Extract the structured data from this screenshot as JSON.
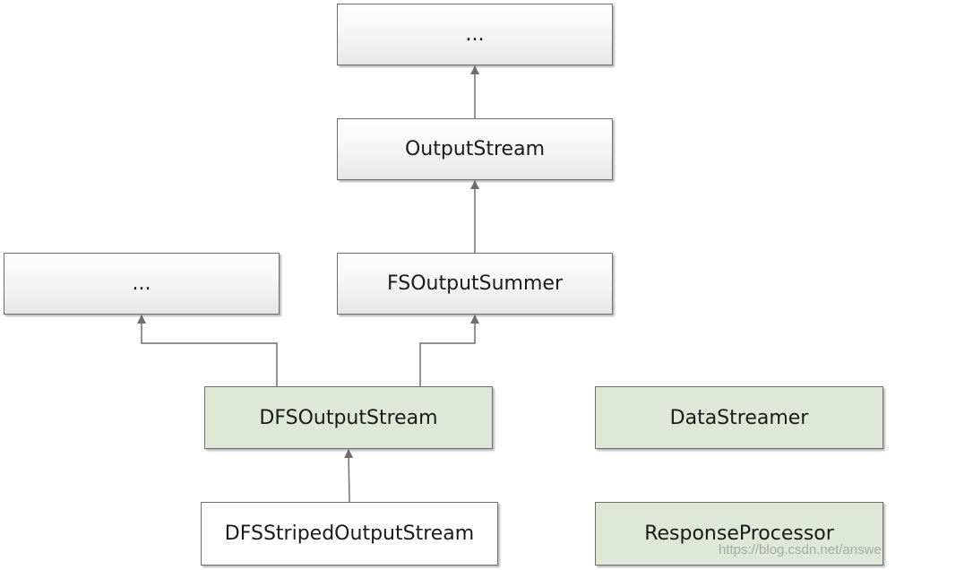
{
  "nodes": {
    "top_ellipsis": "...",
    "output_stream": "OutputStream",
    "left_ellipsis": "...",
    "fs_output_summer": "FSOutputSummer",
    "dfs_output_stream": "DFSOutputStream",
    "data_streamer": "DataStreamer",
    "dfs_striped_output_stream": "DFSStripedOutputStream",
    "response_processor": "ResponseProcessor"
  },
  "watermark": "https://blog.csdn.net/answe"
}
